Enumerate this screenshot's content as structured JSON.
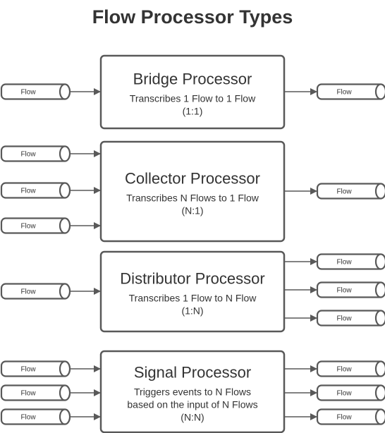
{
  "title": "Flow Processor Types",
  "pipe_label": "Flow",
  "processors": [
    {
      "name": "Bridge Processor",
      "description_lines": [
        "Transcribes 1 Flow to 1 Flow",
        "(1:1)"
      ],
      "inputs": 1,
      "outputs": 1
    },
    {
      "name": "Collector Processor",
      "description_lines": [
        "Transcribes N Flows to 1 Flow",
        "(N:1)"
      ],
      "inputs": 3,
      "outputs": 1
    },
    {
      "name": "Distributor Processor",
      "description_lines": [
        "Transcribes 1 Flow to N Flow",
        "(1:N)"
      ],
      "inputs": 1,
      "outputs": 3
    },
    {
      "name": "Signal Processor",
      "description_lines": [
        "Triggers events to N Flows",
        "based on the input of N Flows",
        "(N:N)"
      ],
      "inputs": 3,
      "outputs": 3
    }
  ]
}
